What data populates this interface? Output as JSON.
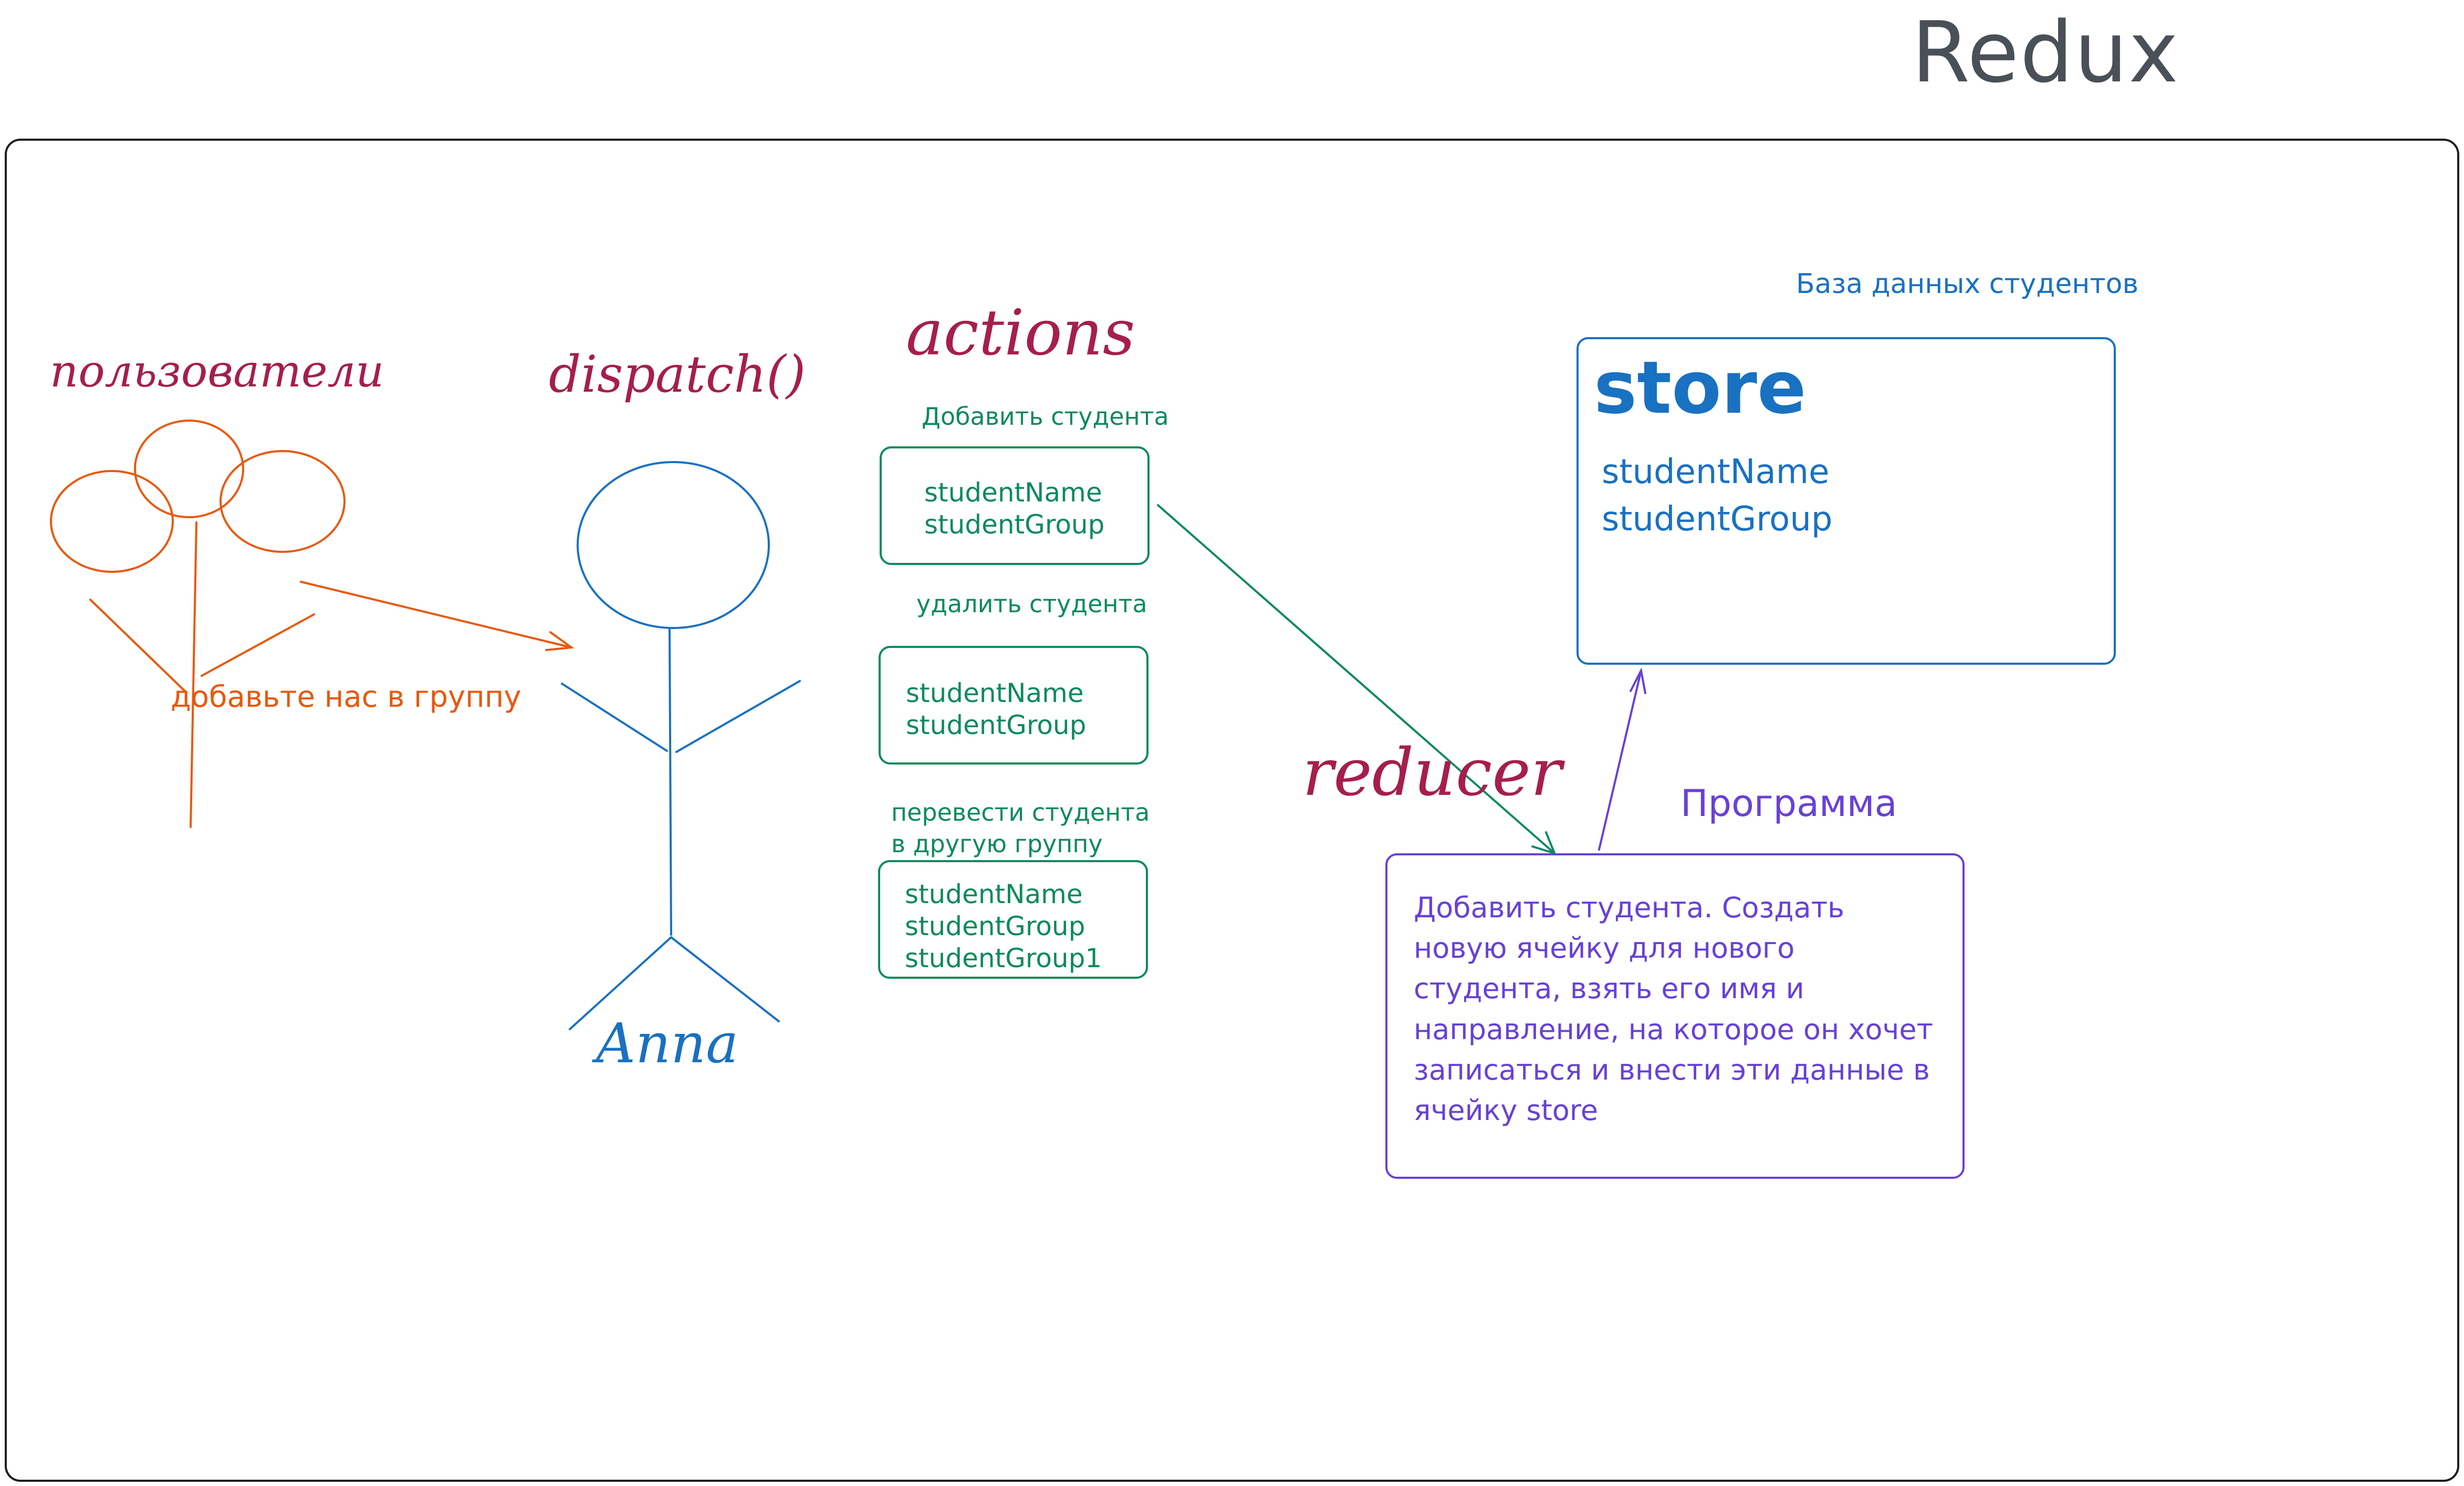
{
  "title": "Redux",
  "users": {
    "label": "пользователи",
    "message": "добавьте нас в группу"
  },
  "dispatch": {
    "label": "dispatch()",
    "person_name": "Anna"
  },
  "actions": {
    "label": "actions",
    "items": [
      {
        "caption": "Добавить студента",
        "fields": [
          "studentName",
          "studentGroup"
        ]
      },
      {
        "caption": "удалить студента",
        "fields": [
          "studentName",
          "studentGroup"
        ]
      },
      {
        "caption": "перевести студента\nв другую группу",
        "fields": [
          "studentName",
          "studentGroup",
          "studentGroup1"
        ]
      }
    ]
  },
  "reducer": {
    "label": "reducer"
  },
  "program": {
    "label": "Программа",
    "text": "Добавить студента. Создать новую ячейку для нового студента, взять его имя и направление, на которое он хочет записаться и внести эти данные в ячейку store"
  },
  "store": {
    "caption": "База данных студентов",
    "title": "store",
    "fields": [
      "studentName",
      "studentGroup"
    ]
  },
  "colors": {
    "title": "#495057",
    "heading": "#a61e4d",
    "users": "#e8590c",
    "person": "#1971c2",
    "actions": "#0c8a5d",
    "program": "#6741d9",
    "store": "#1971c2",
    "frame": "#1e1e1e"
  }
}
